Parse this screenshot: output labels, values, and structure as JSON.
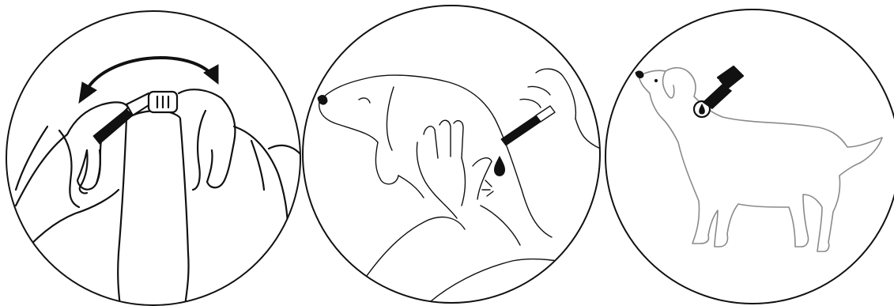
{
  "steps": [
    {
      "illustration": "twist-pipette-open"
    },
    {
      "illustration": "part-fur-apply-drop"
    },
    {
      "illustration": "dog-application-spot"
    }
  ],
  "colors": {
    "ink": "#111111",
    "grey": "#8a8a8a",
    "background": "#ffffff"
  },
  "icons": [
    "curved-double-arrow-icon",
    "pipette-icon",
    "drop-icon"
  ]
}
